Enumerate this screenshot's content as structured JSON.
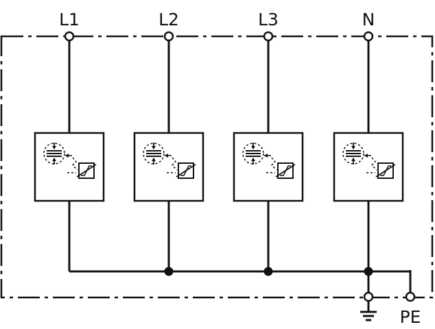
{
  "terminals": {
    "top": [
      {
        "id": "l1",
        "label": "L1"
      },
      {
        "id": "l2",
        "label": "L2"
      },
      {
        "id": "l3",
        "label": "L3"
      },
      {
        "id": "n",
        "label": "N"
      }
    ],
    "bottom": [
      {
        "id": "ground",
        "label": "",
        "icon": "ground-icon"
      },
      {
        "id": "pe",
        "label": "PE"
      }
    ]
  },
  "modules": [
    {
      "id": "module-1",
      "connects": "L1",
      "icons": [
        "spark-gap-icon",
        "varistor-icon"
      ]
    },
    {
      "id": "module-2",
      "connects": "L2",
      "icons": [
        "spark-gap-icon",
        "varistor-icon"
      ]
    },
    {
      "id": "module-3",
      "connects": "L3",
      "icons": [
        "spark-gap-icon",
        "varistor-icon"
      ]
    },
    {
      "id": "module-4",
      "connects": "N",
      "icons": [
        "spark-gap-icon",
        "varistor-icon"
      ]
    }
  ],
  "colors": {
    "line": "#111111",
    "background": "#ffffff"
  }
}
